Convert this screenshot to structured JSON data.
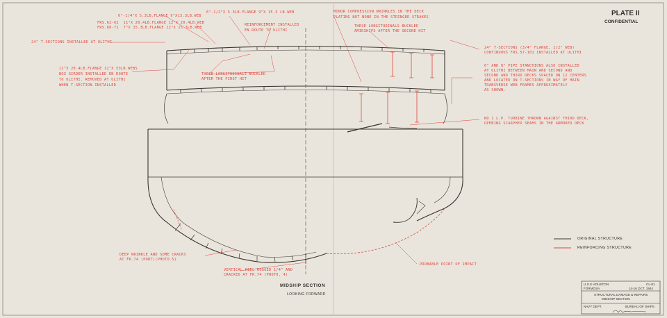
{
  "plate": {
    "number": "PLATE II",
    "classification": "CONFIDENTIAL"
  },
  "notes": {
    "n1": "6\"-1/4\"X 5.3LB.FLANGE 9\"X13.3LB.WEB",
    "n2a": "FRS.62-62  11\"X 20.4LB.FLANGE 12\"X 20.4LB.WEB",
    "n2b": "FRS.68-71  7\"X 15.3LB.FLANGE 12\"X 15.3LB.WEB",
    "n3": "6\"-1/2\"X 5.3LB.FLANGE 9\"X 15.3 LB.WEB",
    "n4a": "REINFORCEMENT INSTALLED",
    "n4b": "EN ROUTE TO ULITHI",
    "n5": "24\" T-SECTIONS INSTALLED AT ULITHI",
    "n6a": "12\"X 20.4LB.FLANGE 12\"X 53LB.WEBS",
    "n6b": "BOX GIRDER INSTALLED EN ROUTE",
    "n6c": "TO ULITHI. REMOVED AT ULITHI",
    "n6d": "WHEN T-SECTION INSTALLED",
    "n7a": "THESE LONGITUDINALS BUCKLED",
    "n7b": "AFTER THE FIRST HIT",
    "n8a": "MINOR COMPRESSION WRINKLES IN THE DECK",
    "n8b": "PLATING BUT NONE IN THE STRINGER STRAKES",
    "n9a": "THESE LONGITUDINALS BUCKLED",
    "n9b": "AMIDSHIPS AFTER THE SECOND HIT",
    "n10a": "24\" T-SECTIONS (3/4\" FLANGE, 1/2\" WEB)",
    "n10b": "CONTINUOUS FRS.57-101 INSTALLED AT ULITHI",
    "n11a": "6\" AND 8\" PIPE STANCHIONS ALSO INSTALLED",
    "n11b": "AT ULITHI BETWEEN MAIN AND SECOND AND",
    "n11c": "SECOND AND THIRD DECKS SPACED ON 12 CENTERS",
    "n11d": "AND LOCATED ON T-SECTIONS IN WAY OF MAIN",
    "n11e": "TRANSVERSE WEB FRAMES APPROXIMATELY",
    "n11f": "AS SHOWN.",
    "n12a": "NO 1 L.P. TURBINE THROWN AGAINST THIRD DECK,",
    "n12b": "OPENING SCARPHED SEAMS IN THE ARMORED DECK",
    "n13a": "DEEP WRINKLE AND SOME CRACKS",
    "n13b": "AT FR.74 (PORT)(PHOTO.5)",
    "n14a": "VERTICAL KEEL HOGGED 1/4\" AND",
    "n14b": "CRACKED AT FR.74 (PHOTO. 4)",
    "n15": "PROBABLE POINT OF IMPACT"
  },
  "legend": {
    "original": "ORIGINAL STRUCTURE",
    "reinforcing": "REINFORCING STRUCTURE"
  },
  "caption": {
    "title": "MIDSHIP SECTION",
    "subtitle": "LOOKING FORWARD"
  },
  "titleblock": {
    "ship": "U.S.S HOUSTON",
    "hull": "CL-81",
    "location": "FORMOSA",
    "date": "14-16 OCT. 1944",
    "desc1": "STRUCTURAL DAMAGE & REPAIRS",
    "desc2": "MIDSHIP SECTION",
    "dept": "NAVY DEPT.",
    "bureau": "BUREAU OF SHIPS"
  },
  "colors": {
    "paper": "#e9e5dc",
    "ink": "#3a3631",
    "note": "#e0453d"
  }
}
